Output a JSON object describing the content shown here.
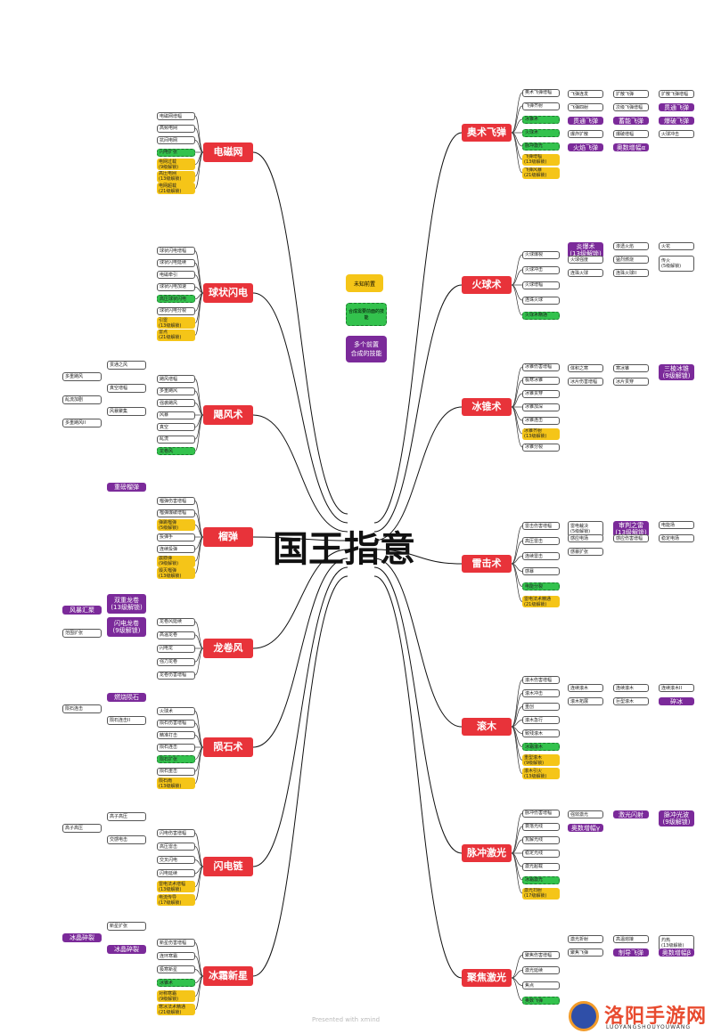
{
  "center": "国王指意",
  "legend": {
    "unknown": "未知前置",
    "combo": "合成需要前面的技能",
    "multi": "多个前置\n合成的技能"
  },
  "footer": "Presented with xmind",
  "brand": {
    "name": "洛阳手游网",
    "site": "LUOYANGSHOUYOUWANG"
  },
  "colors": {
    "main": "#e8333a",
    "yellow": "#f5c518",
    "green": "#33c24d",
    "purple": "#7b2a9a"
  },
  "branches": [
    {
      "name": "电磁网",
      "items": [
        "电磁网增幅",
        "高频电网",
        "抗间电网",
        "闪电扩张",
        "电网过载\n(9级解锁)",
        "高压电网\n(13级解锁)",
        "电网超载\n(21级解锁)"
      ]
    },
    {
      "name": "球状闪电",
      "items": [
        "球状闪电增幅",
        "球状闪电延续",
        "电磁牵引",
        "球状闪电加速",
        "高压球状闪电",
        "球状闪电分裂",
        "引雷\n(13级解锁)",
        "雷点\n(21级解锁)"
      ]
    },
    {
      "name": "飓风术",
      "items": [
        "飓风增幅",
        "多重飓风",
        "强袭飓风",
        "风暴",
        "真空",
        "乱流",
        "龙卷风"
      ],
      "far": [
        "贯通之风",
        "多重飓风",
        "真空增幅",
        "乱流加剧",
        "风暴聚集",
        "多重飓风II"
      ]
    },
    {
      "name": "榴弹",
      "items": [
        "榴弹伤害增幅",
        "榴弹爆破增幅",
        "弹跳榴弹\n(5级解锁)",
        "投弹手",
        "连续投弹",
        "震撼弹\n(9级解锁)",
        "毁灭榴弹\n(13级解锁)"
      ],
      "far": [
        "重磅榴弹"
      ]
    },
    {
      "name": "龙卷风",
      "items": [
        "龙卷风延续",
        "高温龙卷",
        "闪电龙",
        "强力龙卷",
        "龙卷伤害增幅"
      ],
      "far": [
        "双重龙卷\n(13级解锁)",
        "风暴汇聚",
        "闪电龙卷\n(9级解锁)",
        "范围扩张"
      ]
    },
    {
      "name": "陨石术",
      "items": [
        "火球术",
        "陨石伤害增幅",
        "精准打击",
        "陨石连击",
        "陨石扩张",
        "陨石重击",
        "陨石雨\n(13级解锁)"
      ],
      "far": [
        "燃烧陨石",
        "陨石连击",
        "陨石连击II"
      ]
    },
    {
      "name": "闪电链",
      "items": [
        "闪电伤害增幅",
        "高压雷击",
        "交叉闪电",
        "闪电延续",
        "雷电法术增幅\n(13级解锁)",
        "电流传导\n(17级解锁)"
      ],
      "far": [
        "高子高压",
        "高子高压",
        "交感电击"
      ]
    },
    {
      "name": "冰霜新星",
      "items": [
        "新星伤害增幅",
        "连环寒霜",
        "极寒新星",
        "冰锥术",
        "对称寒霜\n(9级解锁)",
        "寒冰法术精通\n(21级解锁)"
      ],
      "far": [
        "新星扩张",
        "冰晶碎裂",
        "冰晶碎裂"
      ]
    }
  ],
  "right_branches": [
    {
      "name": "奥术飞弹",
      "items": [
        "奥术飞弹增幅",
        "飞弹齐射",
        "冰锥术",
        "火球术",
        "脉冲激光",
        "飞弹增幅\n(13级解锁)",
        "飞弹风暴\n(21级解锁)"
      ],
      "far": [
        "飞弹连发",
        "扩散飞弹",
        "扩散飞弹增幅",
        "飞弹四射",
        "次级飞弹增幅",
        "贯通飞弹",
        "贯通飞弹",
        "蓄能飞弹",
        "爆破飞弹",
        "爆炸扩散",
        "爆破增幅",
        "火球冲击",
        "火焰飞弹",
        "奥数增幅α"
      ]
    },
    {
      "name": "火球术",
      "items": [
        "火球爆裂",
        "火球冲击",
        "火球增幅",
        "连珠火球",
        "火球术精通"
      ],
      "far": [
        "炎爆术\n(13级解锁)",
        "渗透火焰",
        "火花",
        "火球强度",
        "猛烈燃烧",
        "传火\n(5级解锁)",
        "连珠火球",
        "连珠火球II"
      ]
    },
    {
      "name": "冰锥术",
      "items": [
        "冰锥伤害增幅",
        "极寒冰锥",
        "冰锥贯穿",
        "冰锥加深",
        "冰锥连击",
        "冰锥齐射\n(13级解锁)",
        "冰锥分裂"
      ],
      "far": [
        "体积之寒",
        "寒冰锥",
        "三棱冰锥\n(9级解锁)",
        "冰片伤害增幅",
        "冰片贯穿"
      ]
    },
    {
      "name": "雷击术",
      "items": [
        "雷击伤害增幅",
        "高压雷击",
        "连续雷击",
        "感暴",
        "电能分裂",
        "雷电法术精通\n(21级解锁)"
      ],
      "far": [
        "雷电裁决\n(5级解锁)",
        "审判之雷\n(13级解锁)",
        "电能场",
        "感应电场",
        "感应伤害增幅",
        "稳定电场",
        "感暴扩张"
      ]
    },
    {
      "name": "滚木",
      "items": [
        "滚木伤害增幅",
        "滚木冲击",
        "重创",
        "滚木急行",
        "致残滚木",
        "冰霜滚木",
        "重型滚木\n(9级解锁)",
        "滚木引火\n(13级解锁)"
      ],
      "far": [
        "连续滚木",
        "连续滚木",
        "连续滚木II",
        "滚木拓展",
        "巨型滚木",
        "碎冰"
      ]
    },
    {
      "name": "脉冲激光",
      "items": [
        "脉冲伤害增幅",
        "衰落光线",
        "瓦解光线",
        "稳定光线",
        "激光超载",
        "冰霜激光",
        "激光扫射\n(17级解锁)"
      ],
      "far": [
        "强效激光",
        "激光闪射",
        "脉冲光波\n(9级解锁)",
        "奥数增幅γ"
      ]
    },
    {
      "name": "聚焦激光",
      "items": [
        "聚焦伤害增幅",
        "激光延续",
        "焦点",
        "奥数飞弹"
      ],
      "far": [
        "激光折射",
        "高温熔接",
        "灼热\n(13级解锁)",
        "聚焦飞弹",
        "制导飞弹",
        "奥数增幅β"
      ]
    }
  ]
}
